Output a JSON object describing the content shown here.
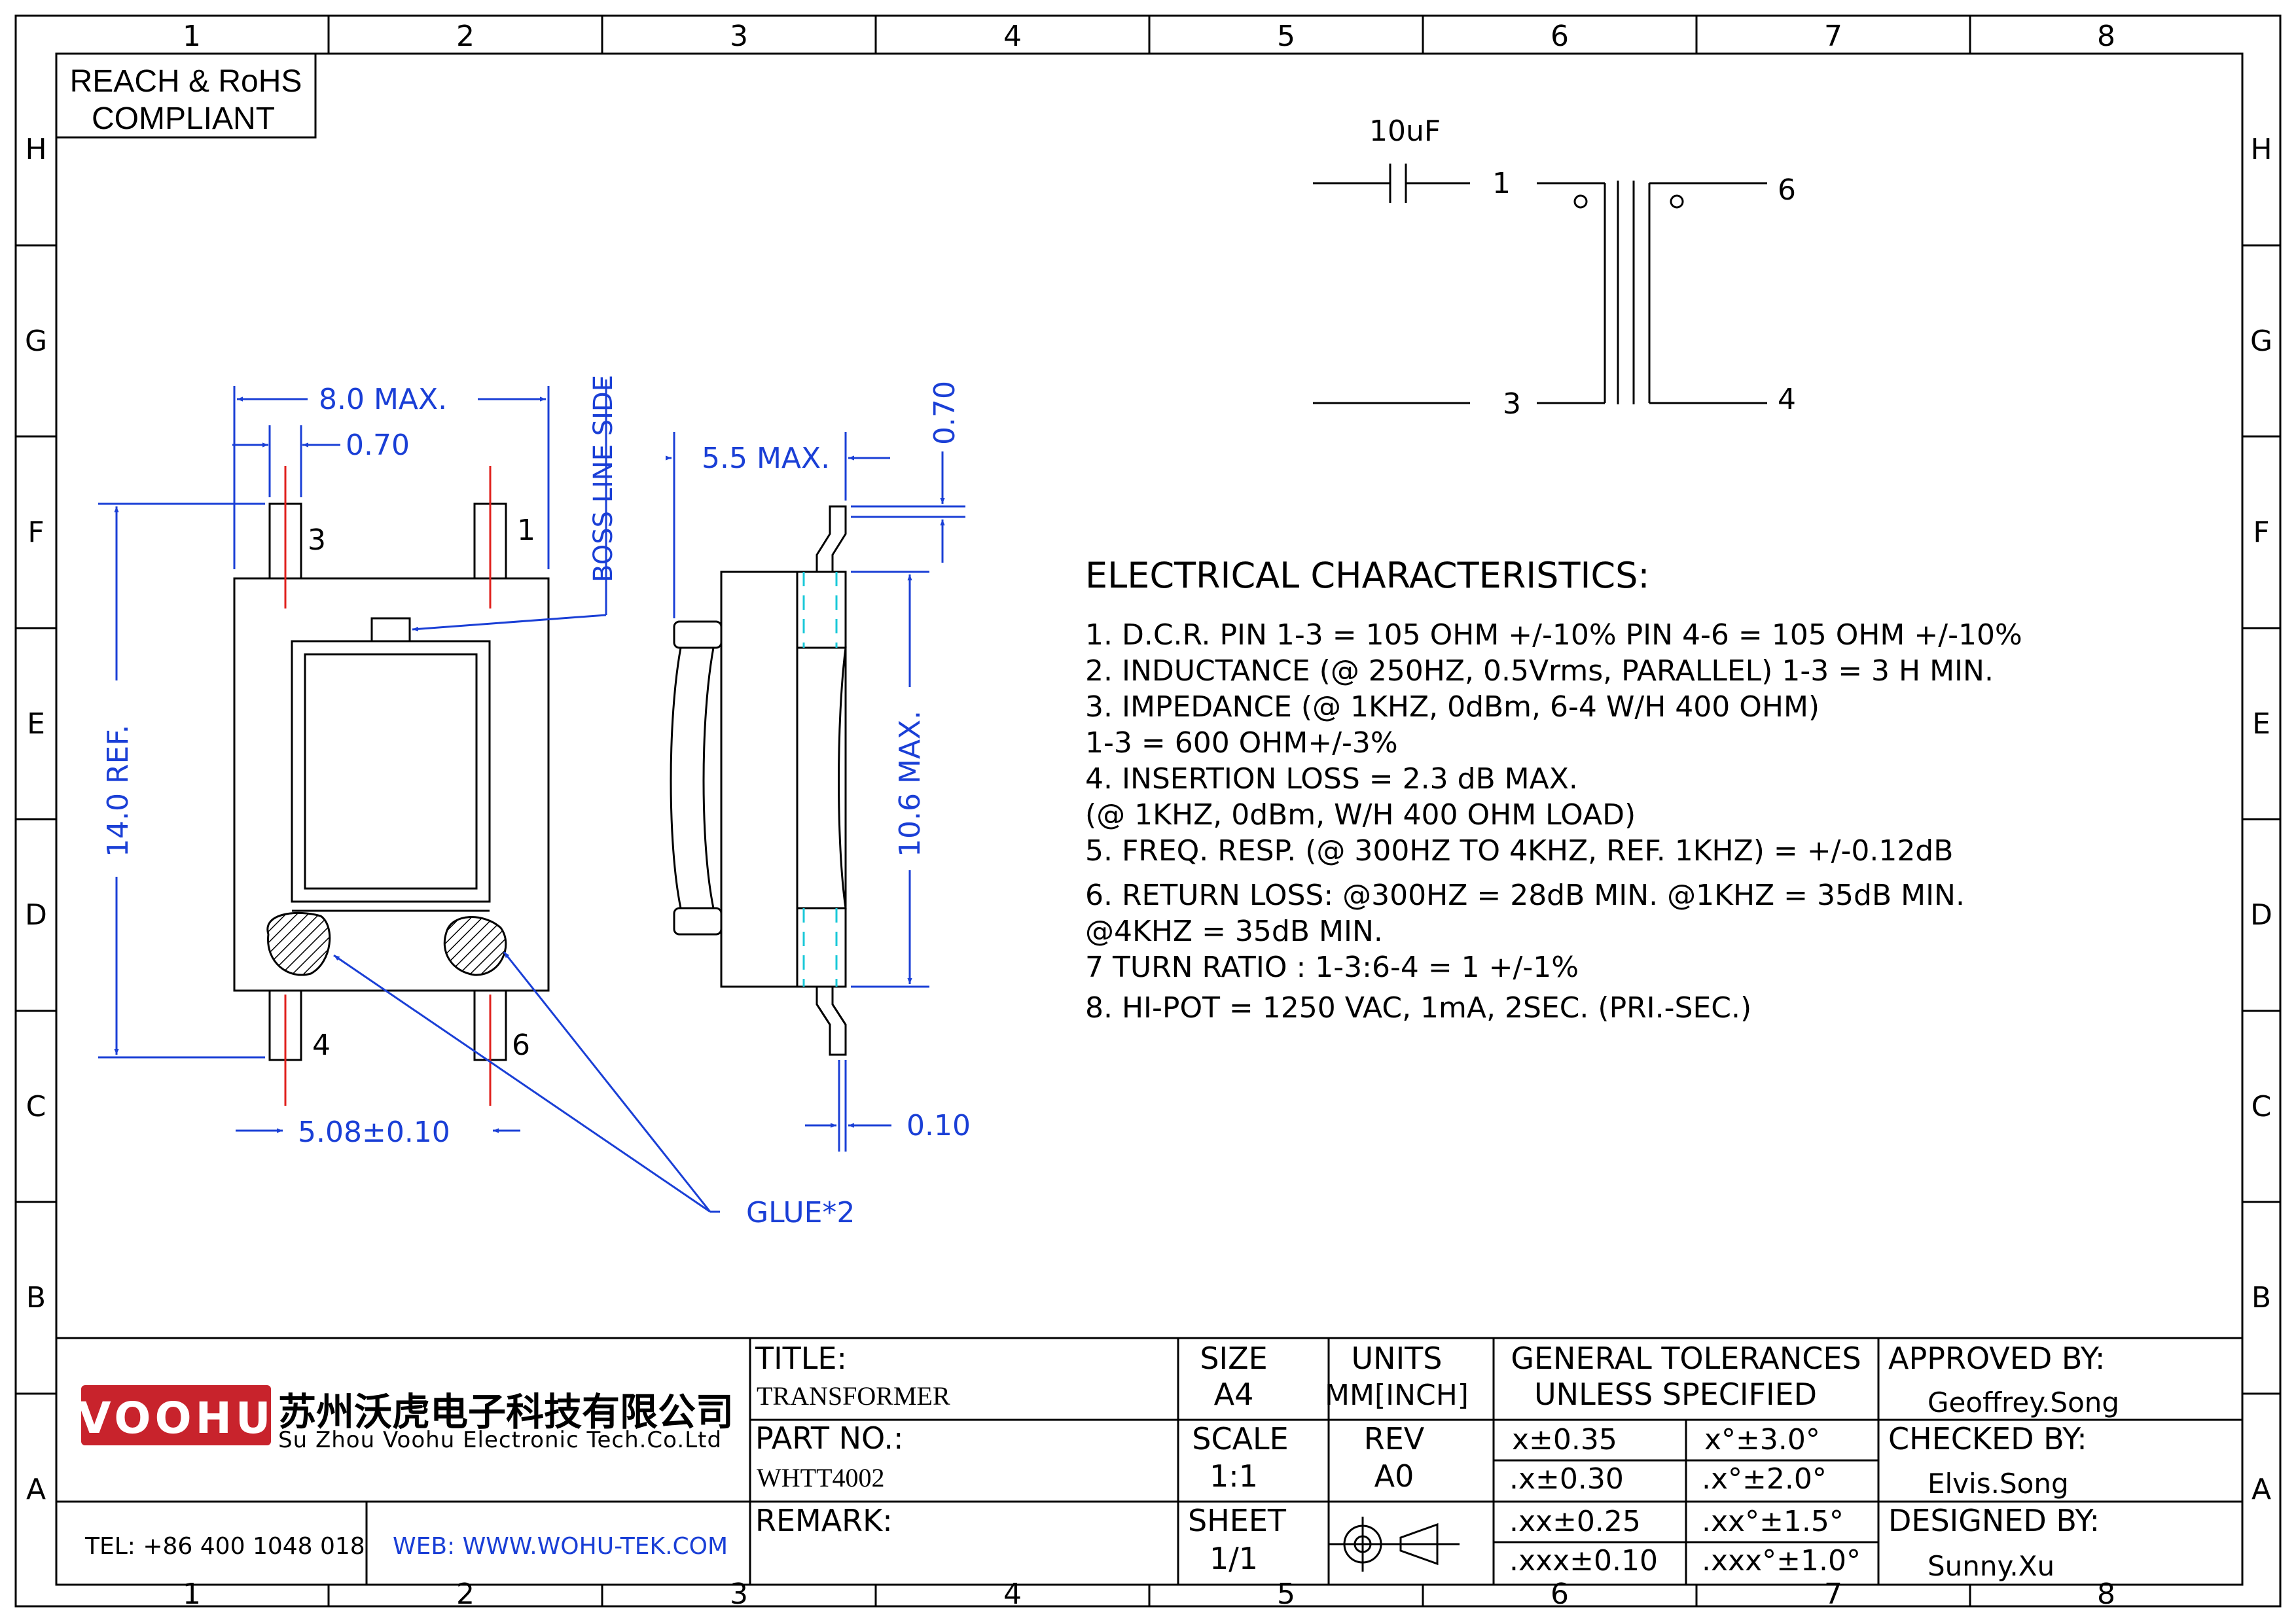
{
  "grid": {
    "columns": [
      "1",
      "2",
      "3",
      "4",
      "5",
      "6",
      "7",
      "8"
    ],
    "rows": [
      "H",
      "G",
      "F",
      "E",
      "D",
      "C",
      "B",
      "A"
    ]
  },
  "compliance": {
    "line1": "REACH & RoHS",
    "line2": "COMPLIANT"
  },
  "schematic": {
    "capacitor_label": "10uF",
    "pin_1": "1",
    "pin_3": "3",
    "pin_4": "4",
    "pin_6": "6"
  },
  "front_view": {
    "width_dim": "8.0  MAX.",
    "pin_width_dim": "0.70",
    "height_dim": "14.0  REF.",
    "pitch_dim": "5.08±0.10",
    "boss_label": "BOSS LINE SIDE",
    "pin_1": "1",
    "pin_3": "3",
    "pin_4": "4",
    "pin_6": "6",
    "glue_label": "GLUE*2"
  },
  "side_view": {
    "width_dim": "5.5 MAX.",
    "lead_thickness_dim": "0.70",
    "height_dim": "10.6  MAX.",
    "coplanarity_dim": "0.10"
  },
  "electrical": {
    "heading": "ELECTRICAL  CHARACTERISTICS:",
    "lines": [
      "1. D.C.R. PIN 1-3 = 105 OHM +/-10% PIN 4-6 = 105 OHM +/-10%",
      "2. INDUCTANCE (@ 250HZ, 0.5Vrms, PARALLEL) 1-3 = 3 H MIN.",
      "3. IMPEDANCE (@ 1KHZ, 0dBm, 6-4 W/H 400 OHM)",
      "        1-3 = 600 OHM+/-3%",
      "4. INSERTION LOSS = 2.3 dB MAX.",
      "          (@ 1KHZ, 0dBm, W/H 400 OHM LOAD)",
      "5. FREQ. RESP. (@ 300HZ TO 4KHZ, REF. 1KHZ) = +/-0.12dB",
      "6. RETURN LOSS: @300HZ = 28dB MIN. @1KHZ = 35dB MIN.",
      "              @4KHZ = 35dB MIN.",
      "7 TURN RATIO : 1-3:6-4 = 1 +/-1%",
      "8. HI-POT = 1250 VAC, 1mA, 2SEC. (PRI.-SEC.)"
    ]
  },
  "title_block": {
    "logo_text": "VOOHU",
    "company_cn": "苏州沃虎电子科技有限公司",
    "company_en": "Su Zhou Voohu Electronic Tech.Co.Ltd",
    "tel": "TEL: +86 400 1048 018",
    "web": "WEB: WWW.WOHU-TEK.COM",
    "title_label": "TITLE:",
    "title_value": "TRANSFORMER",
    "part_label": "PART NO.:",
    "part_value": "WHTT4002",
    "remark_label": "REMARK:",
    "size_label": "SIZE",
    "size_value": "A4",
    "units_label": "UNITS",
    "units_value": "MM[INCH]",
    "scale_label": "SCALE",
    "scale_value": "1:1",
    "rev_label": "REV",
    "rev_value": "A0",
    "sheet_label": "SHEET",
    "sheet_value": "1/1",
    "tol_heading_1": "GENERAL TOLERANCES",
    "tol_heading_2": "UNLESS SPECIFIED",
    "tolerances": [
      [
        "x±0.35",
        "x°±3.0°"
      ],
      [
        ".x±0.30",
        ".x°±2.0°"
      ],
      [
        ".xx±0.25",
        ".xx°±1.5°"
      ],
      [
        ".xxx±0.10",
        ".xxx°±1.0°"
      ]
    ],
    "approved_label": "APPROVED BY:",
    "approved_value": "Geoffrey.Song",
    "checked_label": "CHECKED BY:",
    "checked_value": "Elvis.Song",
    "designed_label": "DESIGNED BY:",
    "designed_value": "Sunny.Xu"
  },
  "colors": {
    "ink": "#000000",
    "dimension": "#1a3fd6",
    "centerline": "#e0201c",
    "hidden": "#19c8d8",
    "logo_red": "#c8232c"
  }
}
